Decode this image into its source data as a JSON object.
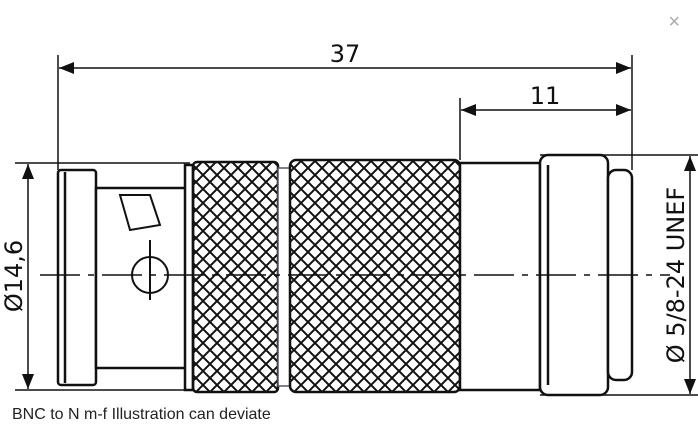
{
  "lightbox": {
    "close_label": "×",
    "caption": "BNC to N m-f Illustration can deviate"
  },
  "drawing": {
    "overall_length": "37",
    "n_section_length": "11",
    "left_diameter": "Ø14,6",
    "right_thread": "Ø 5/8-24 UNEF"
  }
}
